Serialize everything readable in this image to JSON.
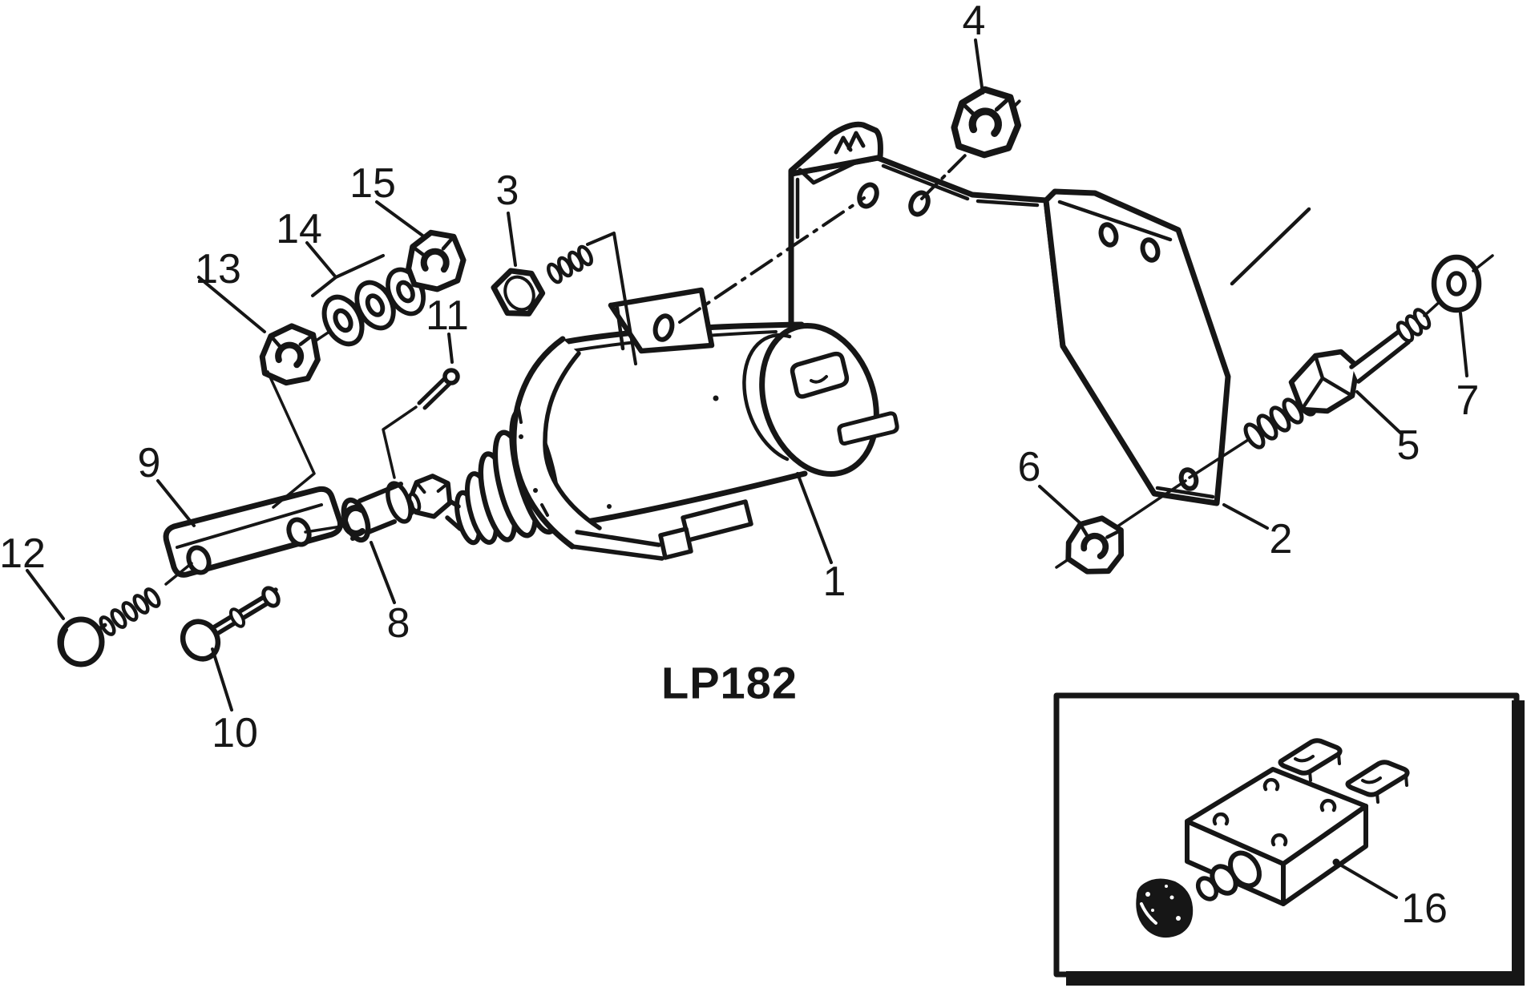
{
  "diagram": {
    "drawing_code": "LP182",
    "part_labels": [
      "1",
      "2",
      "3",
      "4",
      "5",
      "6",
      "7",
      "8",
      "9",
      "10",
      "11",
      "12",
      "13",
      "14",
      "15",
      "16"
    ],
    "ink_color": "#161616",
    "background_color": "#ffffff"
  }
}
